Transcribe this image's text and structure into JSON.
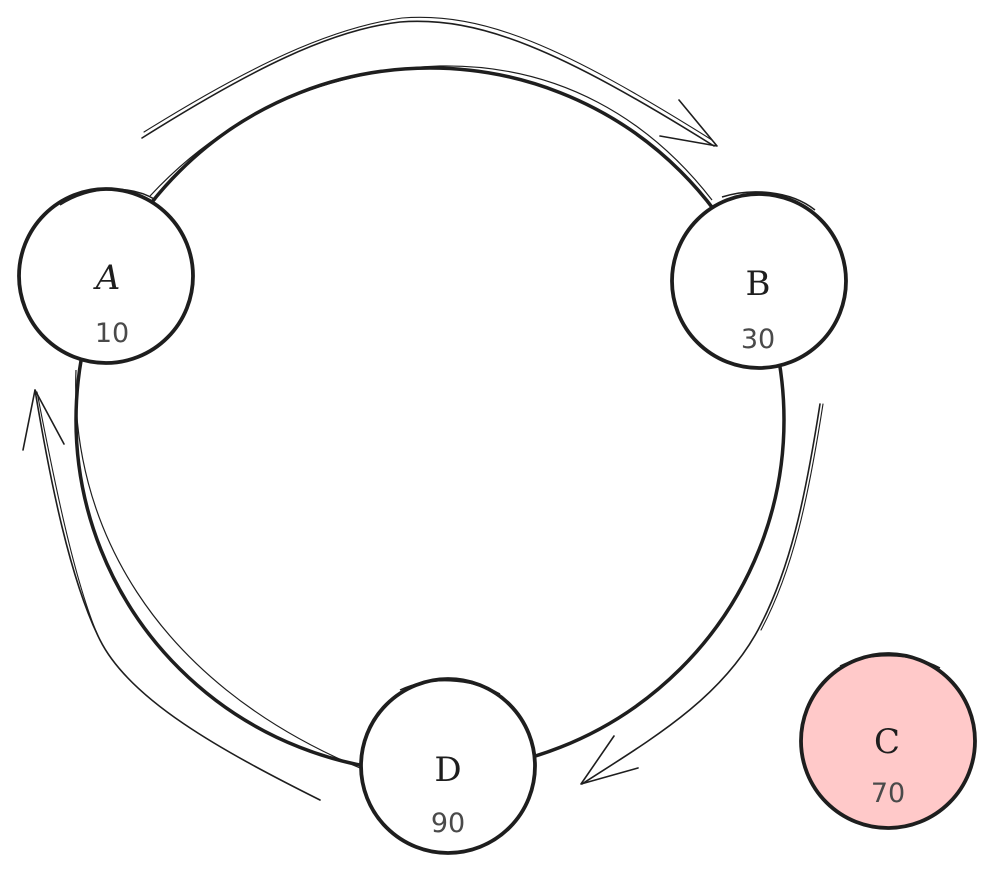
{
  "diagram": {
    "type": "consistent-hashing-ring",
    "ring_direction": "clockwise",
    "colors": {
      "stroke": "#1e1e1e",
      "node_fill": "#ffffff",
      "highlight_fill": "#ffc9c9",
      "value_text": "#4a4a4a"
    },
    "nodes": [
      {
        "id": "A",
        "label": "A",
        "value": "10",
        "on_ring": true,
        "highlighted": false
      },
      {
        "id": "B",
        "label": "B",
        "value": "30",
        "on_ring": true,
        "highlighted": false
      },
      {
        "id": "D",
        "label": "D",
        "value": "90",
        "on_ring": true,
        "highlighted": false
      },
      {
        "id": "C",
        "label": "C",
        "value": "70",
        "on_ring": false,
        "highlighted": true
      }
    ],
    "arrows": [
      {
        "from": "A",
        "to": "B"
      },
      {
        "from": "B",
        "to": "D"
      },
      {
        "from": "D",
        "to": "A"
      }
    ]
  }
}
